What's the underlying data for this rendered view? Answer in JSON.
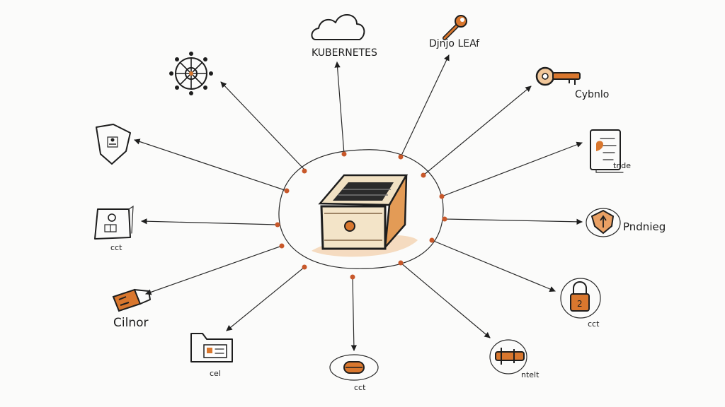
{
  "hub": {
    "icon": "open-drawer-box"
  },
  "labels": {
    "kubernetes": "KUBERNETES",
    "django": "Djnjo LEAf",
    "key_right": "Cybnlo",
    "doc_right": "tnde",
    "shield_right": "Pndnieg",
    "plug_left": "Cilnor",
    "cert_left": "cct",
    "folder_bottom_left": "cel",
    "disk_bottom": "cct",
    "pipe_bottom_right": "ntelt",
    "lock_right": "cct"
  },
  "colors": {
    "ink": "#1e1e1e",
    "accent": "#d9772e",
    "accent_light": "#e9a064",
    "wood": "#f1e1c3"
  }
}
